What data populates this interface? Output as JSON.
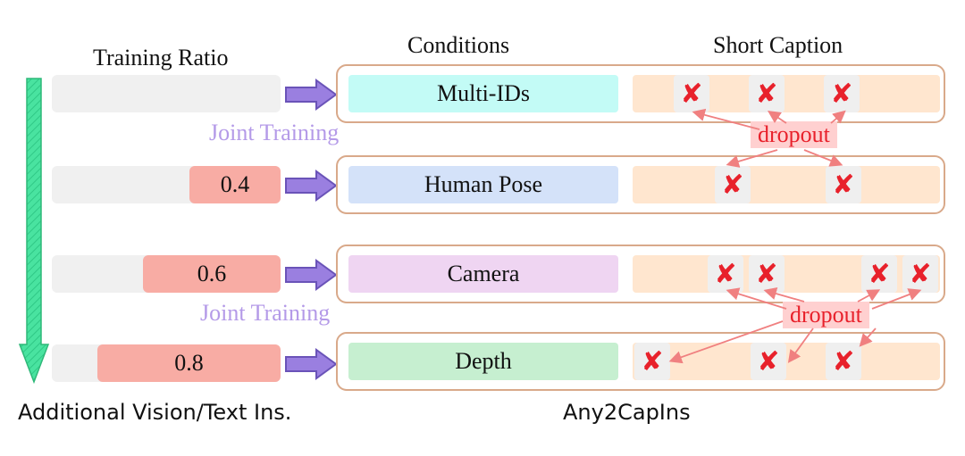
{
  "headers": {
    "training_ratio": "Training Ratio",
    "conditions": "Conditions",
    "short_caption": "Short Caption"
  },
  "rows": [
    {
      "ratio_label": "",
      "ratio": 0,
      "condition": "Multi-IDs",
      "cond_color": "#c3fbf6"
    },
    {
      "ratio_label": "0.4",
      "ratio": 0.4,
      "condition": "Human Pose",
      "cond_color": "#d4e2f9"
    },
    {
      "ratio_label": "0.6",
      "ratio": 0.6,
      "condition": "Camera",
      "cond_color": "#efd5f2"
    },
    {
      "ratio_label": "0.8",
      "ratio": 0.8,
      "condition": "Depth",
      "cond_color": "#c6efd0"
    }
  ],
  "joint_training": [
    "Joint Training",
    "Joint Training"
  ],
  "dropout_labels": [
    "dropout",
    "dropout"
  ],
  "dropout_mark": "✘",
  "footer": {
    "left": "Additional Vision/Text Ins.",
    "right": "Any2CapIns"
  },
  "colors": {
    "ratio_fill": "#f8aca4",
    "caption_fill": "#ffe6cf",
    "row_border": "#d9a98a",
    "arrow": "#9a7fe0",
    "joint_text": "#b49ae8",
    "dropout_red": "#e8212b",
    "side_arrow": "#49e3a0"
  }
}
